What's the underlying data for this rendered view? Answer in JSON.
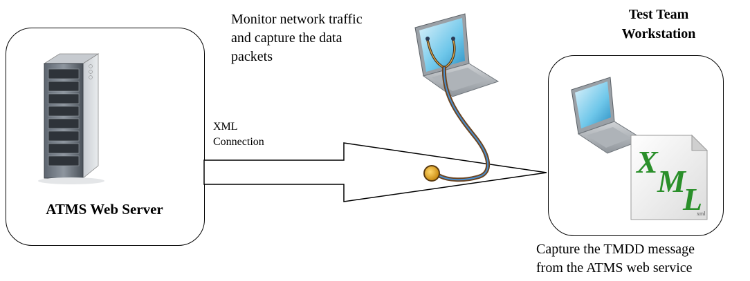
{
  "server": {
    "label": "ATMS Web Server"
  },
  "workstation": {
    "title": "Test Team\nWorkstation"
  },
  "connection": {
    "label": "XML\nConnection"
  },
  "monitor": {
    "label": "Monitor network traffic\nand capture the data\npackets"
  },
  "capture": {
    "label": "Capture the TMDD message\nfrom the ATMS web service"
  },
  "xml_file": {
    "letters": [
      "X",
      "M",
      "L"
    ],
    "caption": "xml"
  }
}
